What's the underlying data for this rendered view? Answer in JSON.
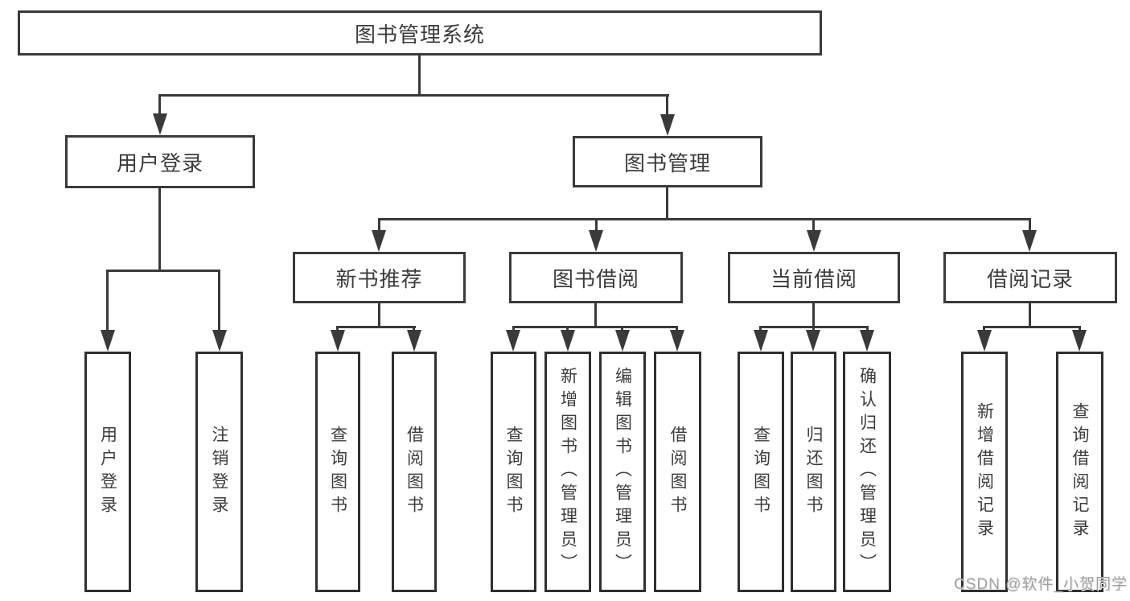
{
  "diagram_type": "hierarchy-tree",
  "nodes": {
    "root": {
      "label": "图书管理系统"
    },
    "user_login": {
      "label": "用户登录"
    },
    "book_mgmt": {
      "label": "图书管理"
    },
    "new_book_rec": {
      "label": "新书推荐"
    },
    "book_borrow": {
      "label": "图书借阅"
    },
    "current_borrow": {
      "label": "当前借阅"
    },
    "borrow_records": {
      "label": "借阅记录"
    },
    "leaf_user_login": {
      "label": "用户登录"
    },
    "leaf_logout": {
      "label": "注销登录"
    },
    "leaf_nb_query": {
      "label": "查询图书"
    },
    "leaf_nb_borrow": {
      "label": "借阅图书"
    },
    "leaf_bb_query": {
      "label": "查询图书"
    },
    "leaf_bb_add": {
      "label": "新增图书（管理员）"
    },
    "leaf_bb_edit": {
      "label": "编辑图书（管理员）"
    },
    "leaf_bb_borrow": {
      "label": "借阅图书"
    },
    "leaf_cb_query": {
      "label": "查询图书"
    },
    "leaf_cb_return": {
      "label": "归还图书"
    },
    "leaf_cb_confirm": {
      "label": "确认归还（管理员）"
    },
    "leaf_br_add": {
      "label": "新增借阅记录"
    },
    "leaf_br_query": {
      "label": "查询借阅记录"
    }
  },
  "watermark": {
    "text": "CSDN @软件_小贺同学"
  },
  "colors": {
    "background": "#ffffff",
    "line": "#3a3a3a",
    "box_border": "#3a3a3a",
    "box_fill": "#ffffff",
    "text": "#3c3c3c",
    "watermark": "#a2a2a2"
  }
}
